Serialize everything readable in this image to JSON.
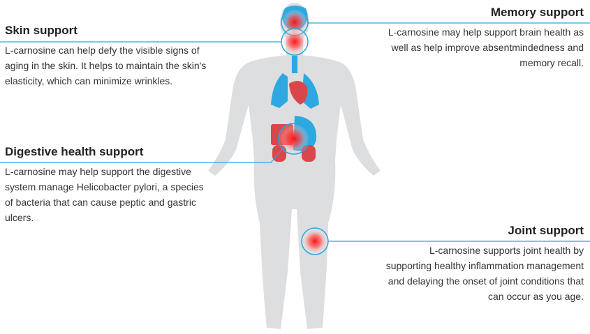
{
  "colors": {
    "accent_line": "#29a8e0",
    "organ_blue": "#2ea8e0",
    "organ_red": "#d9474a",
    "body": "#dcdee0"
  },
  "sections": {
    "skin": {
      "title": "Skin support",
      "body": "L-carnosine can help defy the visible signs of aging in the skin. It helps to maintain the skin's elasticity, which can minimize wrinkles."
    },
    "memory": {
      "title": "Memory support",
      "body": "L-carnosine may help support brain health as well as help improve absentmindedness and memory recall."
    },
    "digestive": {
      "title": "Digestive health support",
      "body": "L-carnosine may help support the digestive system manage Helicobacter pylori, a species of bacteria that can cause peptic and gastric ulcers."
    },
    "joint": {
      "title": "Joint support",
      "body": "L-carnosine supports joint health by supporting healthy inflammation management and delaying the onset of joint conditions that can occur as you age."
    }
  }
}
